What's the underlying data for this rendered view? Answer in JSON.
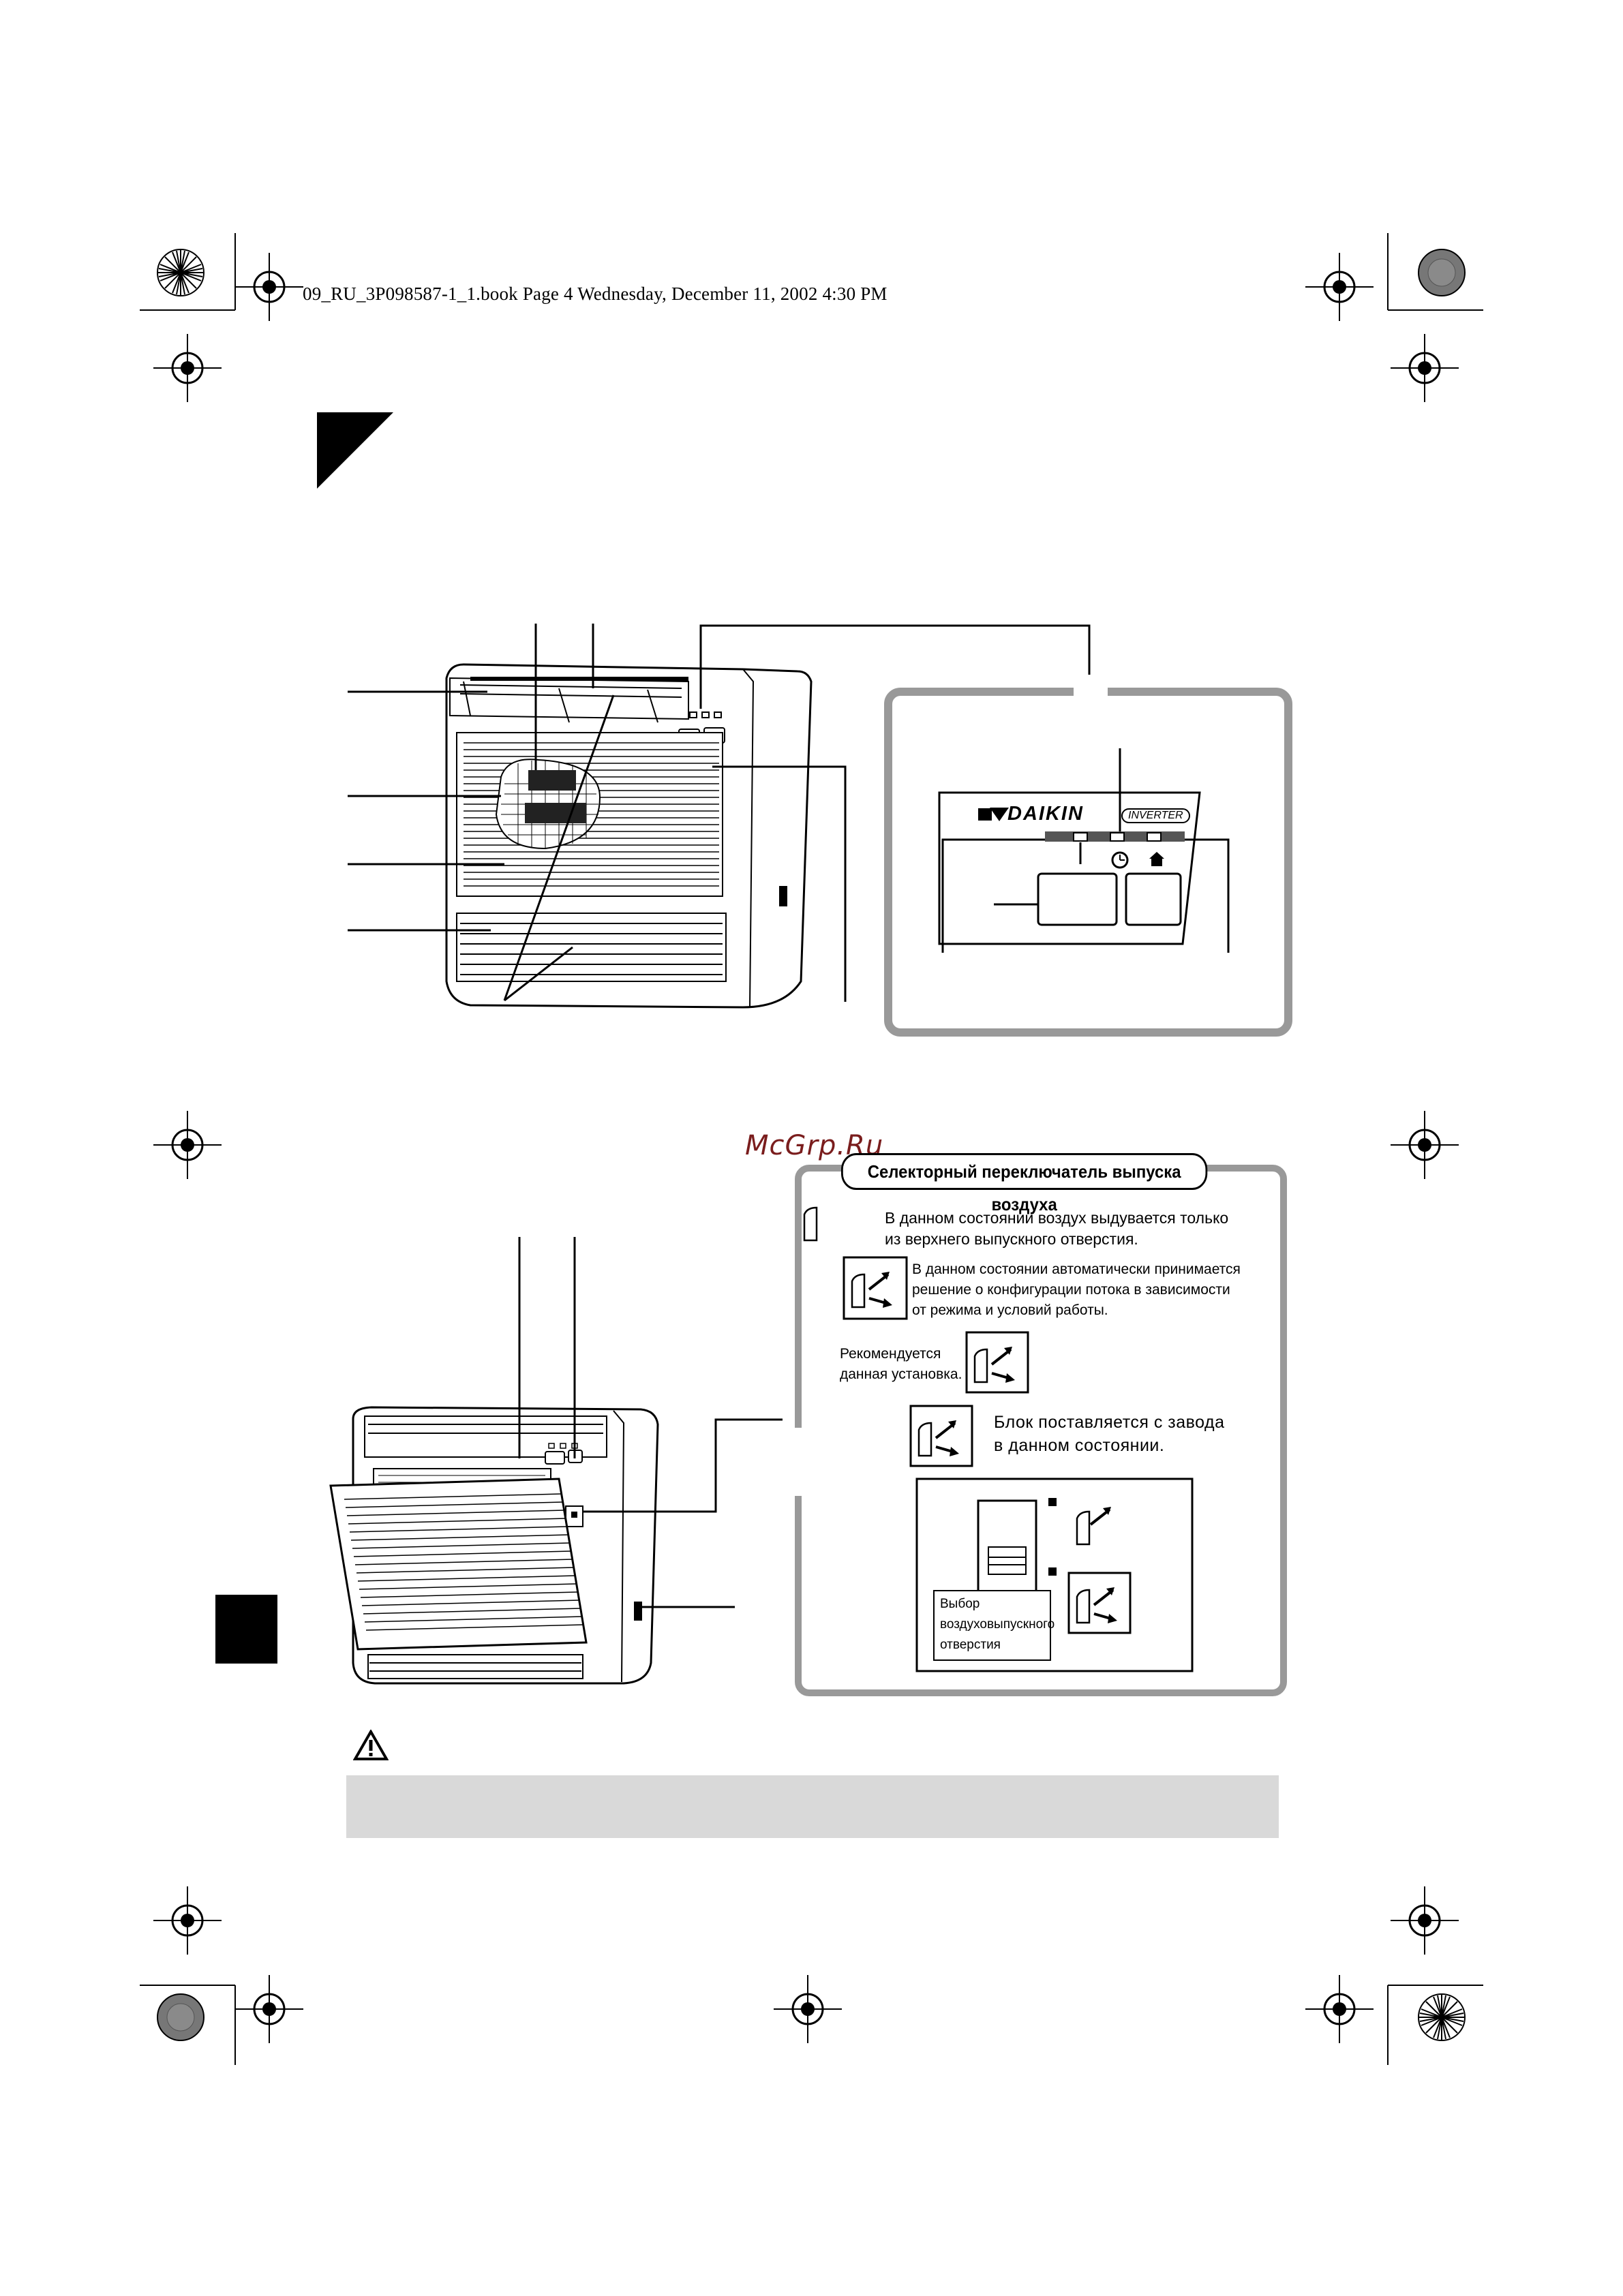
{
  "header": {
    "book_line": "09_RU_3P098587-1_1.book  Page 4  Wednesday, December 11, 2002  4:30 PM"
  },
  "watermark": "McGrp.Ru",
  "panel": {
    "brand_logo": "DAIKIN",
    "inverter_logo": "INVERTER",
    "timer_icon": "clock-icon",
    "home_icon": "house-icon"
  },
  "selector": {
    "title": "Селекторный переключатель выпуска воздуха",
    "option_top_only": {
      "line1": "В данном состоянии воздух выдувается только",
      "line2": "из верхнего выпускного отверстия."
    },
    "option_auto": {
      "line1": "В данном состоянии автоматически принимается",
      "line2": "решение о конфигурации потока в зависимости",
      "line3": "от режима и условий работы."
    },
    "recommended": {
      "line1": "Рекомендуется",
      "line2": "данная установка."
    },
    "factory": {
      "line1": "Блок поставляется с завода",
      "line2": "в данном состоянии."
    },
    "switch_label": {
      "line1": "Выбор",
      "line2": "воздуховыпускного",
      "line3": "отверстия"
    }
  },
  "warning": {
    "icon": "warning-triangle-icon"
  }
}
